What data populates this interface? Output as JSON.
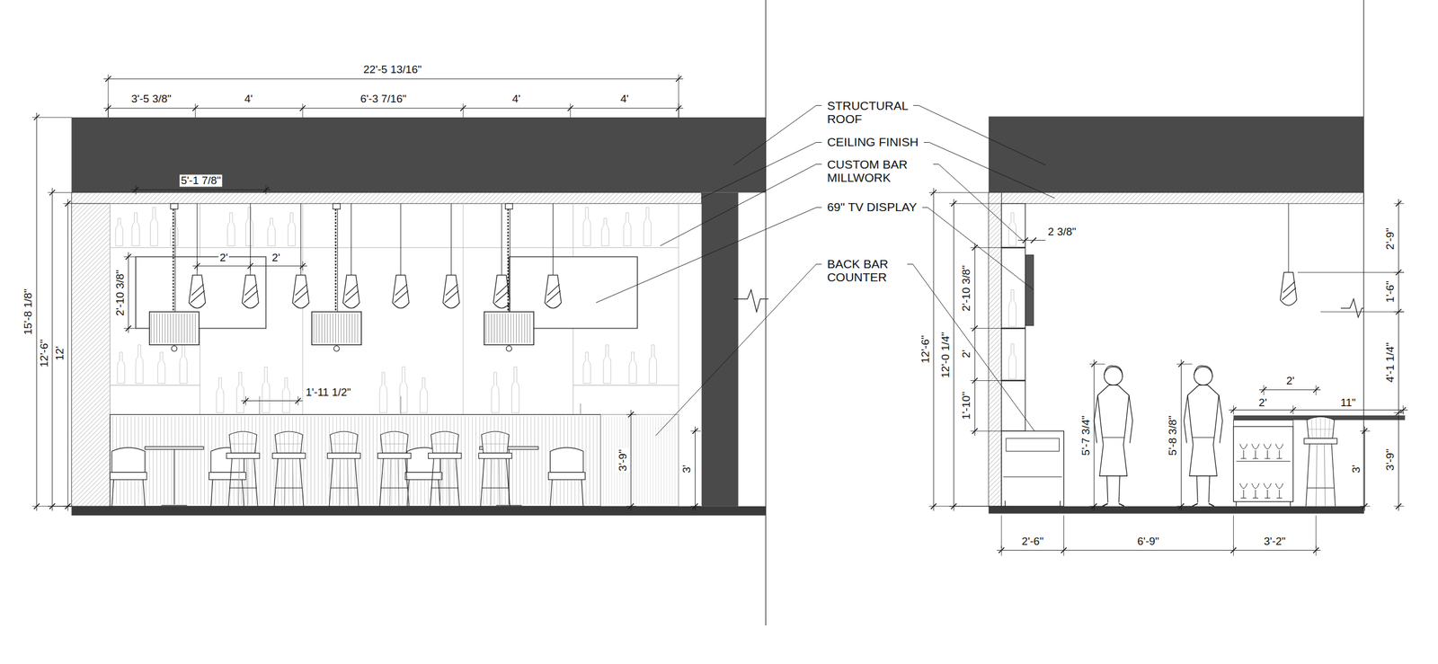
{
  "diagram": {
    "labels": [
      "22'-5 13/16\"",
      "3'-5 3/8\"",
      "4'",
      "6'-3 7/16\"",
      "4'",
      "4'",
      "5'-1 7/8\"",
      "2'",
      "2'",
      "2'-10 3/8\"",
      "15'-8 1/8\"",
      "12'-6\"",
      "12'",
      "1'-11 1/2\"",
      "3'-9\"",
      "3'",
      "STRUCTURAL ROOF",
      "CEILING FINISH",
      "CUSTOM BAR MILLWORK",
      "69\" TV DISPLAY",
      "BACK BAR COUNTER",
      "12'-6\"",
      "12'-0 1/4\"",
      "2 3/8\"",
      "2'-10 3/8\"",
      "2'",
      "1'-10\"",
      "5'-7 3/4\"",
      "5'-8 3/8\"",
      "2'",
      "2'",
      "11\"",
      "3'",
      "3'-9\"",
      "2'-9\"",
      "1'-6\"",
      "4'-1 1/4\"",
      "2'-6\"",
      "6'-9\"",
      "3'-2\""
    ]
  }
}
